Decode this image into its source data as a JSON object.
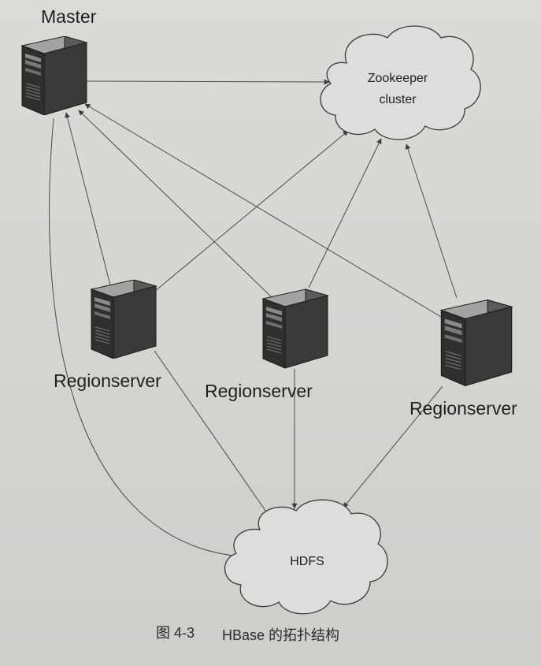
{
  "nodes": {
    "master": {
      "label": "Master",
      "icon": "server-icon"
    },
    "zookeeper": {
      "label_line1": "Zookeeper",
      "label_line2": "cluster",
      "icon": "cloud-icon"
    },
    "regionserver_1": {
      "label": "Regionserver",
      "icon": "server-icon"
    },
    "regionserver_2": {
      "label": "Regionserver",
      "icon": "server-icon"
    },
    "regionserver_3": {
      "label": "Regionserver",
      "icon": "server-icon"
    },
    "hdfs": {
      "label": "HDFS",
      "icon": "cloud-icon"
    }
  },
  "edges": [
    {
      "from": "master",
      "to": "zookeeper"
    },
    {
      "from": "regionserver_1",
      "to": "master"
    },
    {
      "from": "regionserver_2",
      "to": "master"
    },
    {
      "from": "regionserver_3",
      "to": "master"
    },
    {
      "from": "regionserver_1",
      "to": "zookeeper"
    },
    {
      "from": "regionserver_2",
      "to": "zookeeper"
    },
    {
      "from": "regionserver_3",
      "to": "zookeeper"
    },
    {
      "from": "regionserver_1",
      "to": "hdfs"
    },
    {
      "from": "regionserver_2",
      "to": "hdfs"
    },
    {
      "from": "regionserver_3",
      "to": "hdfs"
    },
    {
      "from": "master",
      "to": "hdfs"
    }
  ],
  "caption": {
    "figure_number": "图 4-3",
    "text": "HBase 的拓扑结构"
  },
  "colors": {
    "background": "#d8d7d4",
    "server_front": "#2b2b2b",
    "server_top": "#9c9c9c",
    "server_side": "#575757",
    "line": "#4a4a4a"
  }
}
